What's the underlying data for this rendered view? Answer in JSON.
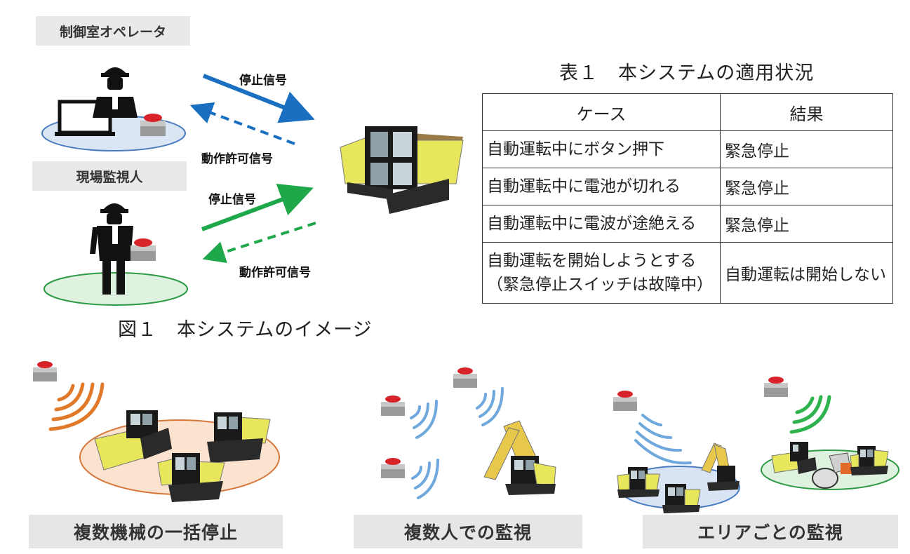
{
  "figure1": {
    "operator_label": "制御室オペレータ",
    "supervisor_label": "現場監視人",
    "blue_stop_label": "停止信号",
    "blue_permit_label": "動作許可信号",
    "green_stop_label": "停止信号",
    "green_permit_label": "動作許可信号",
    "caption": "図１　本システムのイメージ"
  },
  "table1": {
    "caption": "表１　本システムの適用状況",
    "headers": [
      "ケース",
      "結果"
    ],
    "rows": [
      {
        "case": [
          "自動運転中にボタン押下"
        ],
        "result": "緊急停止"
      },
      {
        "case": [
          "自動運転中に電池が切れる"
        ],
        "result": "緊急停止"
      },
      {
        "case": [
          "自動運転中に電波が途絶える"
        ],
        "result": "緊急停止"
      },
      {
        "case": [
          "自動運転を開始しようとする",
          "（緊急停止スイッチは故障中）"
        ],
        "result": "自動運転は開始しない"
      }
    ]
  },
  "panels": [
    {
      "label": "複数機械の一括停止"
    },
    {
      "label": "複数人での監視"
    },
    {
      "label": "エリアごとの監視"
    }
  ],
  "colors": {
    "blue_arrow": "#1a6fc0",
    "green_arrow": "#1ea84a",
    "orange_wave": "#e07a2a",
    "blue_wave": "#6fa8dc",
    "green_wave": "#2fb34e",
    "machine_yellow": "#e8e65a",
    "button_red": "#d9232a"
  },
  "icons": [
    "hardhat-worker-icon",
    "laptop-icon",
    "emergency-stop-button-icon",
    "dump-truck-icon",
    "bulldozer-icon",
    "excavator-icon",
    "roller-icon",
    "radio-wave-icon"
  ]
}
